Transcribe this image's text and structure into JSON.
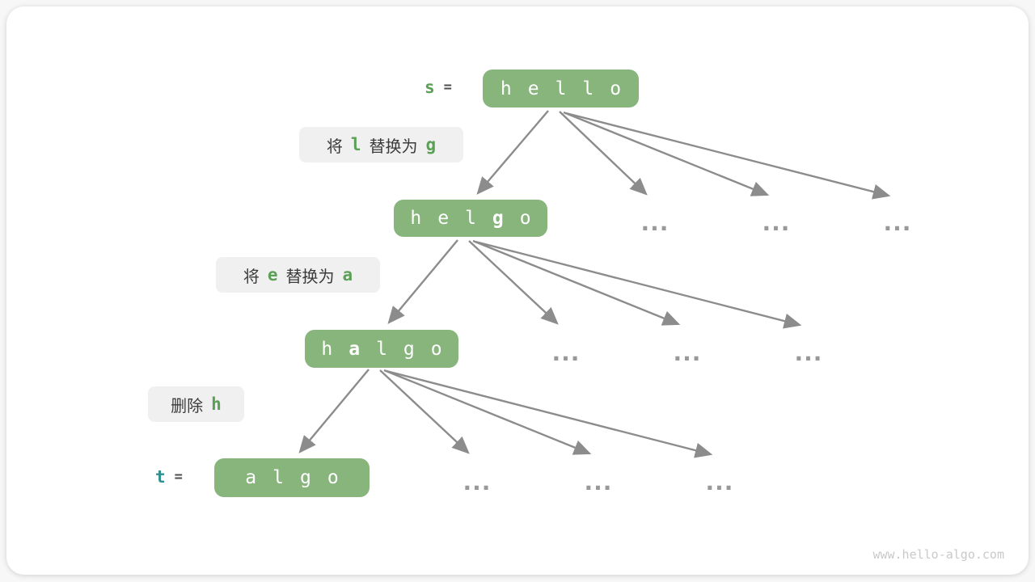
{
  "watermark": "www.hello-algo.com",
  "ellipsis": "...",
  "vars": {
    "s": {
      "name": "s",
      "eq": "="
    },
    "t": {
      "name": "t",
      "eq": "="
    }
  },
  "nodes": {
    "hello": {
      "c0": "h",
      "c1": "e",
      "c2": "l",
      "c3": "l",
      "c4": "o"
    },
    "helgo": {
      "c0": "h",
      "c1": "e",
      "c2": "l",
      "c3": "g",
      "c4": "o"
    },
    "halgo": {
      "c0": "h",
      "c1": "a",
      "c2": "l",
      "c3": "g",
      "c4": "o"
    },
    "algo": {
      "c0": "a",
      "c1": "l",
      "c2": "g",
      "c3": "o"
    }
  },
  "labels": {
    "step1": {
      "t0": "将",
      "code0": "l",
      "t1": "替换为",
      "code1": "g"
    },
    "step2": {
      "t0": "将",
      "code0": "e",
      "t1": "替换为",
      "code1": "a"
    },
    "step3": {
      "t0": "删除",
      "code0": "h"
    }
  },
  "colors": {
    "node_green": "#87b57c",
    "code_green": "#5aa055",
    "var_teal": "#2f9090",
    "arrow_gray": "#8c8c8c",
    "label_bg": "#f0f0f0"
  }
}
